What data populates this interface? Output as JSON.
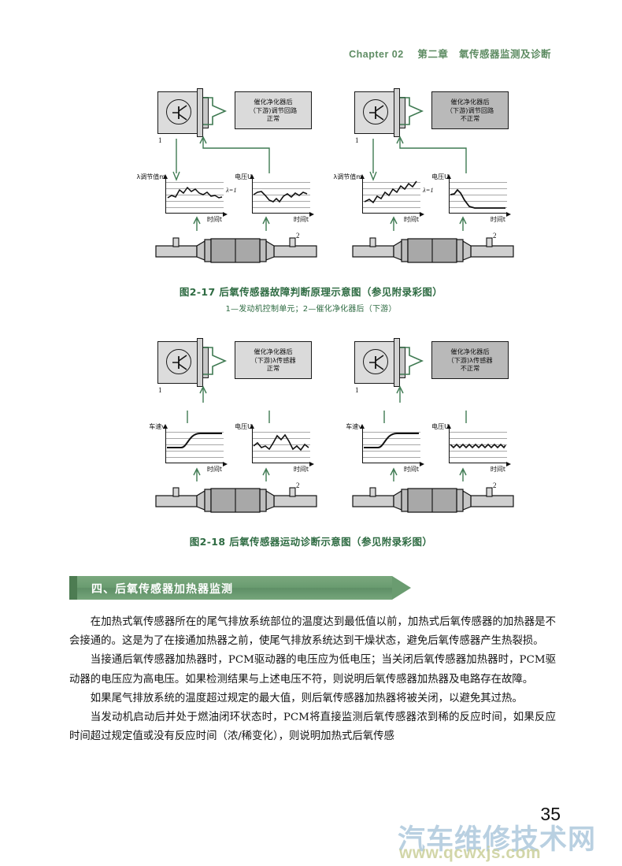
{
  "header": {
    "chapter_label": "Chapter  02",
    "chapter_zh": "第二章",
    "chapter_title": "氧传感器监测及诊断"
  },
  "figure_2_17": {
    "caption": "图2-17    后氧传感器故障判断原理示意图（参见附录彩图）",
    "legend": "1—发动机控制单元；2—催化净化器后（下游）",
    "ecu_label": "1",
    "sensor_label": "2",
    "left": {
      "result_lines": [
        "催化净化器后",
        "（下游)调节回路",
        "正常"
      ],
      "chart1": {
        "ylabel": "λ调节值m",
        "xlabel": "时间t"
      },
      "chart2": {
        "ylabel": "电压U",
        "xlabel": "时间t",
        "marker": "λ=1"
      }
    },
    "right": {
      "result_lines": [
        "催化净化器后",
        "（下游)调节回路",
        "不正常"
      ],
      "chart1": {
        "ylabel": "λ调节值m",
        "xlabel": "时间t"
      },
      "chart2": {
        "ylabel": "电压U",
        "xlabel": "时间t",
        "marker": "λ=1"
      }
    }
  },
  "figure_2_18": {
    "caption": "图2-18    后氧传感器运动诊断示意图（参见附录彩图）",
    "ecu_label": "1",
    "sensor_label": "2",
    "left": {
      "result_lines": [
        "催化净化器后",
        "（下游)λ传感器",
        "正常"
      ],
      "chart1": {
        "ylabel": "车速v",
        "xlabel": "时间t"
      },
      "chart2": {
        "ylabel": "电压U",
        "xlabel": "时间t"
      }
    },
    "right": {
      "result_lines": [
        "催化净化器后",
        "（下游)λ传感器",
        "不正常"
      ],
      "chart1": {
        "ylabel": "车速v",
        "xlabel": "时间t"
      },
      "chart2": {
        "ylabel": "电压U",
        "xlabel": "时间t"
      }
    }
  },
  "section": {
    "heading": "四、后氧传感器加热器监测"
  },
  "paragraphs": [
    "在加热式氧传感器所在的尾气排放系统部位的温度达到最低值以前，加热式后氧传感器的加热器是不会接通的。这是为了在接通加热器之前，使尾气排放系统达到干燥状态，避免后氧传感器产生热裂损。",
    "当接通后氧传感器加热器时，PCM驱动器的电压应为低电压；当关闭后氧传感器加热器时，PCM驱动器的电压应为高电压。如果检测结果与上述电压不符，则说明后氧传感器加热器及电路存在故障。",
    "如果尾气排放系统的温度超过规定的最大值，则后氧传感器加热器将被关闭，以避免其过热。",
    "当发动机启动后并处于燃油闭环状态时，PCM将直接监测后氧传感器浓到稀的反应时间，如果反应时间超过规定值或没有反应时间（浓/稀变化），则说明加热式后氧传感"
  ],
  "page_number": "35",
  "watermark": {
    "line1": "汽车维修技术网",
    "line2": "www.qcwxjs.com"
  },
  "colors": {
    "accent_green": "#2e6b42",
    "banner_green": "#6a9c70",
    "banner_bar": "#4d7c52",
    "connector_green": "#3f7a52",
    "box_normal": "#dadada",
    "box_abnormal": "#b9b9b9"
  }
}
